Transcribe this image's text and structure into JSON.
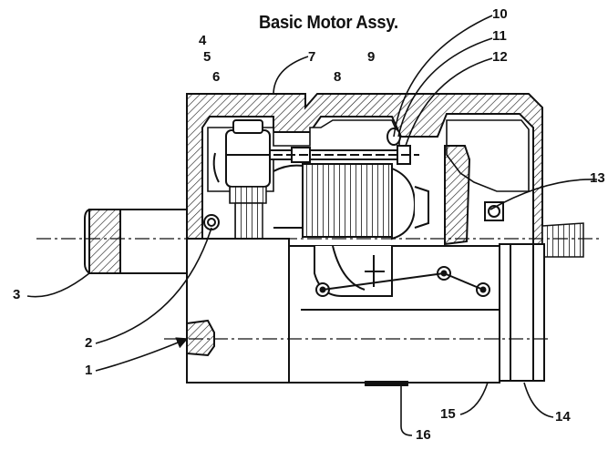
{
  "title": "Basic Motor Assy.",
  "callouts": [
    "1",
    "2",
    "3",
    "4",
    "5",
    "6",
    "7",
    "8",
    "9",
    "10",
    "11",
    "12",
    "13",
    "14",
    "15",
    "16"
  ]
}
